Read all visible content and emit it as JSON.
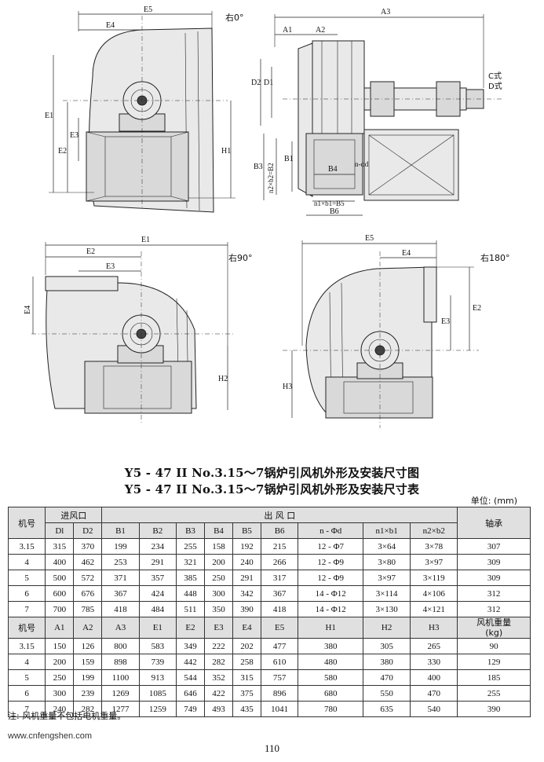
{
  "drawings": {
    "views": [
      {
        "name": "rotation-right-0",
        "label": "右0°"
      },
      {
        "name": "side-view",
        "label": ""
      },
      {
        "name": "rotation-right-90",
        "label": "右90°"
      },
      {
        "name": "rotation-right-180",
        "label": "右180°"
      }
    ],
    "labels": {
      "E5": "E5",
      "E4": "E4",
      "E1": "E1",
      "E2": "E2",
      "E3": "E3",
      "H1": "H1",
      "H2": "H2",
      "H3": "H3",
      "A1": "A1",
      "A2": "A2",
      "A3": "A3",
      "D1": "D1",
      "D2": "D2",
      "B1": "B1",
      "B3": "B3",
      "B4": "B4",
      "B6": "B6",
      "n2b2": "n2×b2=B2",
      "n1b1": "n1×b1=B5",
      "nd": "n-φd",
      "C": "C式",
      "D": "D式"
    }
  },
  "titles": {
    "figure": "Y5 - 47 II  No.3.15～7锅炉引风机外形及安装尺寸图",
    "table": "Y5 - 47 II  No.3.15～7锅炉引风机外形及安装尺寸表"
  },
  "unit": "单位: (mm)",
  "table1": {
    "header_top": {
      "model": "机号",
      "inlet": "进风口",
      "outlet": "出  风  口",
      "bearing": "轴承"
    },
    "header_sub": [
      "Dl",
      "D2",
      "B1",
      "B2",
      "B3",
      "B4",
      "B5",
      "B6",
      "n - Φd",
      "n1×b1",
      "n2×b2"
    ],
    "rows": [
      [
        "3.15",
        "315",
        "370",
        "199",
        "234",
        "255",
        "158",
        "192",
        "215",
        "12 - Φ7",
        "3×64",
        "3×78",
        "307"
      ],
      [
        "4",
        "400",
        "462",
        "253",
        "291",
        "321",
        "200",
        "240",
        "266",
        "12 - Φ9",
        "3×80",
        "3×97",
        "309"
      ],
      [
        "5",
        "500",
        "572",
        "371",
        "357",
        "385",
        "250",
        "291",
        "317",
        "12 - Φ9",
        "3×97",
        "3×119",
        "309"
      ],
      [
        "6",
        "600",
        "676",
        "367",
        "424",
        "448",
        "300",
        "342",
        "367",
        "14 - Φ12",
        "3×114",
        "4×106",
        "312"
      ],
      [
        "7",
        "700",
        "785",
        "418",
        "484",
        "511",
        "350",
        "390",
        "418",
        "14 - Φ12",
        "3×130",
        "4×121",
        "312"
      ]
    ]
  },
  "table2": {
    "header": [
      "机号",
      "A1",
      "A2",
      "A3",
      "E1",
      "E2",
      "E3",
      "E4",
      "E5",
      "H1",
      "H2",
      "H3",
      "风机重量\n(kg)"
    ],
    "rows": [
      [
        "3.15",
        "150",
        "126",
        "800",
        "583",
        "349",
        "222",
        "202",
        "477",
        "380",
        "305",
        "265",
        "90"
      ],
      [
        "4",
        "200",
        "159",
        "898",
        "739",
        "442",
        "282",
        "258",
        "610",
        "480",
        "380",
        "330",
        "129"
      ],
      [
        "5",
        "250",
        "199",
        "1100",
        "913",
        "544",
        "352",
        "315",
        "757",
        "580",
        "470",
        "400",
        "185"
      ],
      [
        "6",
        "300",
        "239",
        "1269",
        "1085",
        "646",
        "422",
        "375",
        "896",
        "680",
        "550",
        "470",
        "255"
      ],
      [
        "7",
        "240",
        "282",
        "1277",
        "1259",
        "749",
        "493",
        "435",
        "1041",
        "780",
        "635",
        "540",
        "390"
      ]
    ]
  },
  "note": "注: 风机重量不包括电机重量。",
  "website": "www.cnfengshen.com",
  "page_number": "110"
}
